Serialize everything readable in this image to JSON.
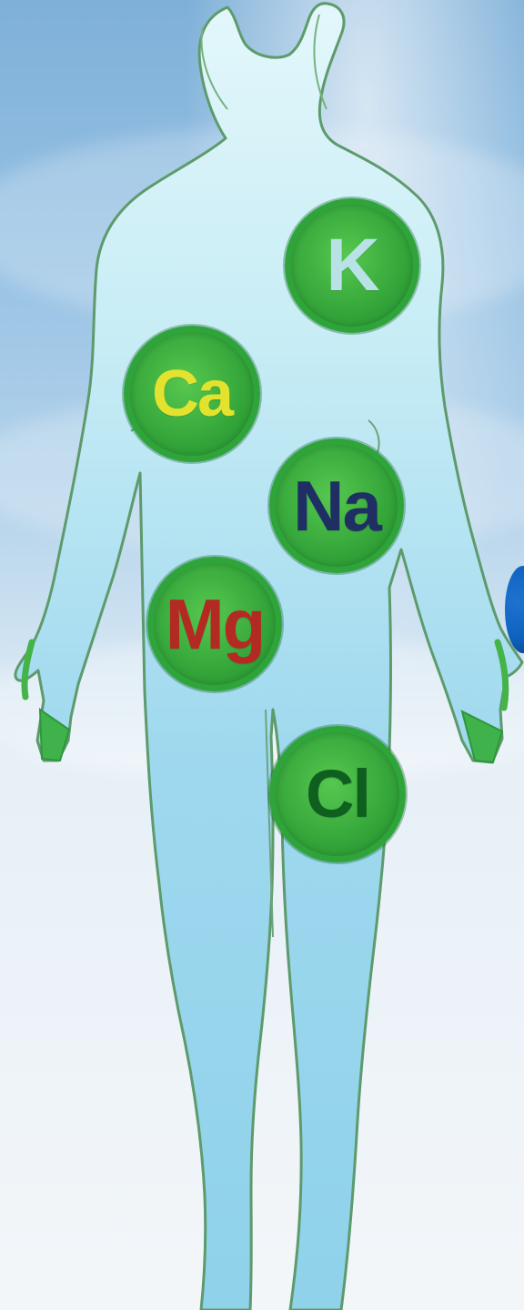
{
  "diagram": {
    "elements": [
      {
        "symbol": "K",
        "color": "#b9e2e7"
      },
      {
        "symbol": "Ca",
        "color": "#e2e22f"
      },
      {
        "symbol": "Na",
        "color": "#1f2f63"
      },
      {
        "symbol": "Mg",
        "color": "#b32a22"
      },
      {
        "symbol": "Cl",
        "color": "#0f5f1f"
      }
    ]
  }
}
